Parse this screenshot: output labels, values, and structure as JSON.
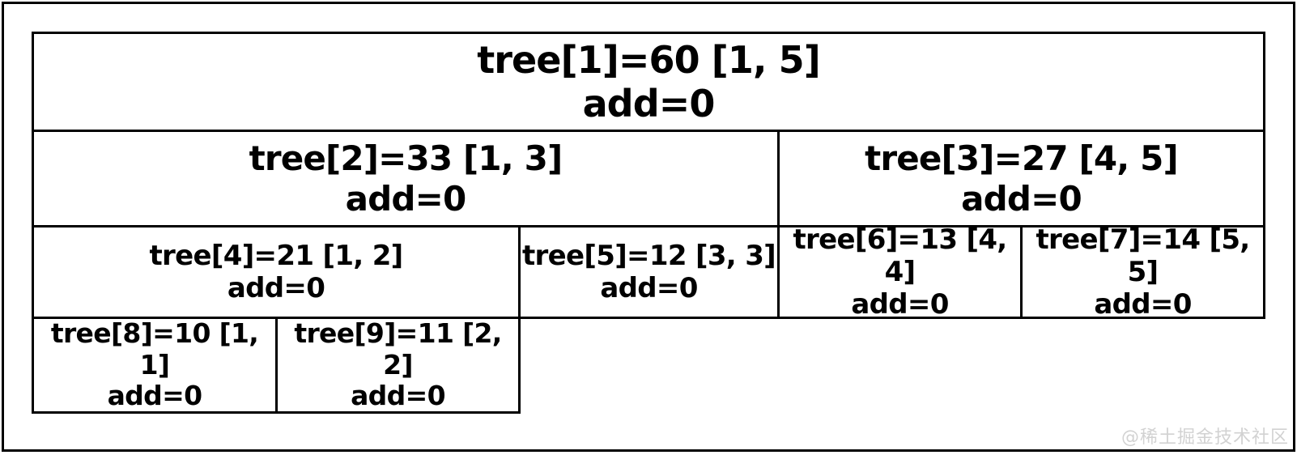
{
  "diagram": {
    "title": "segment-tree",
    "nodes": [
      {
        "id": 1,
        "label": "tree[1]=60 [1, 5]",
        "add_label": "add=0",
        "index": 1,
        "value": 60,
        "range": [
          1,
          5
        ],
        "add": 0
      },
      {
        "id": 2,
        "label": "tree[2]=33 [1, 3]",
        "add_label": "add=0",
        "index": 2,
        "value": 33,
        "range": [
          1,
          3
        ],
        "add": 0
      },
      {
        "id": 3,
        "label": "tree[3]=27 [4, 5]",
        "add_label": "add=0",
        "index": 3,
        "value": 27,
        "range": [
          4,
          5
        ],
        "add": 0
      },
      {
        "id": 4,
        "label": "tree[4]=21 [1, 2]",
        "add_label": "add=0",
        "index": 4,
        "value": 21,
        "range": [
          1,
          2
        ],
        "add": 0
      },
      {
        "id": 5,
        "label": "tree[5]=12 [3, 3]",
        "add_label": "add=0",
        "index": 5,
        "value": 12,
        "range": [
          3,
          3
        ],
        "add": 0
      },
      {
        "id": 6,
        "label": "tree[6]=13 [4, 4]",
        "add_label": "add=0",
        "index": 6,
        "value": 13,
        "range": [
          4,
          4
        ],
        "add": 0
      },
      {
        "id": 7,
        "label": "tree[7]=14 [5, 5]",
        "add_label": "add=0",
        "index": 7,
        "value": 14,
        "range": [
          5,
          5
        ],
        "add": 0
      },
      {
        "id": 8,
        "label": "tree[8]=10 [1, 1]",
        "add_label": "add=0",
        "index": 8,
        "value": 10,
        "range": [
          1,
          1
        ],
        "add": 0
      },
      {
        "id": 9,
        "label": "tree[9]=11 [2, 2]",
        "add_label": "add=0",
        "index": 9,
        "value": 11,
        "range": [
          2,
          2
        ],
        "add": 0
      }
    ]
  },
  "watermark": {
    "text": "@稀土掘金技术社区",
    "color": "#d2d2d2"
  },
  "colors": {
    "border": "#000000",
    "text": "#000000",
    "background": "#ffffff"
  }
}
